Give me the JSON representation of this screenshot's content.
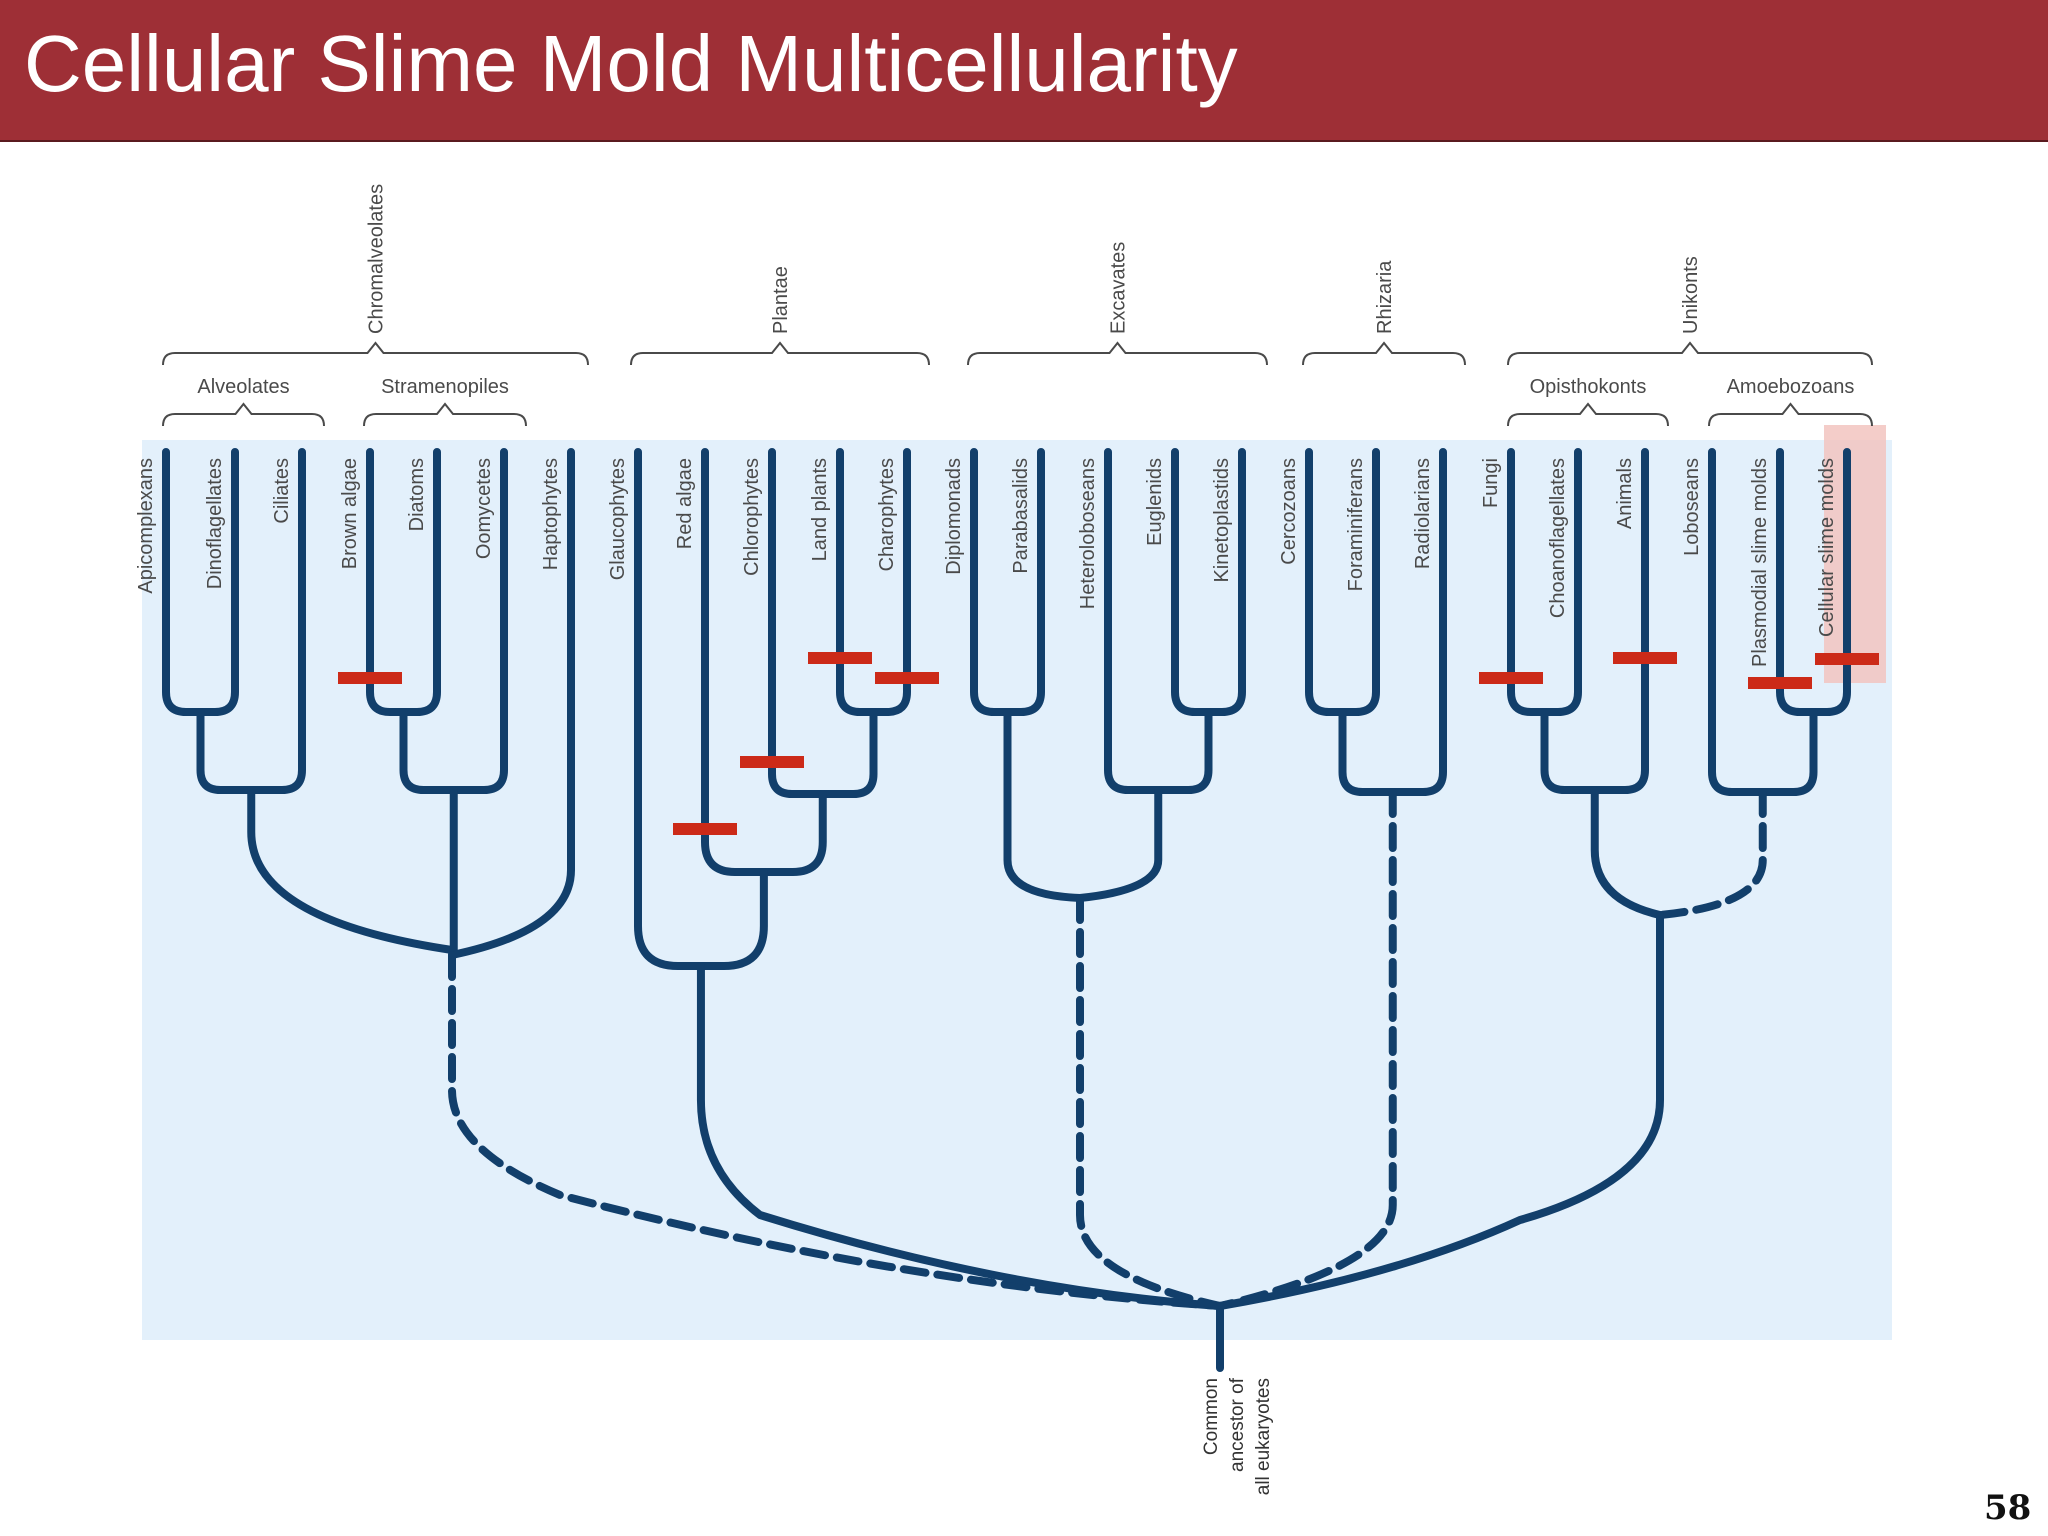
{
  "title": "Cellular Slime Mold Multicellularity",
  "page_number": "58",
  "colors": {
    "header_bg": "#9e2f36",
    "panel_bg": "#e3f0fb",
    "branch": "#123f6b",
    "marker": "#cc2a18",
    "highlight": "#f2c4c0",
    "label": "#4a4a4a"
  },
  "supergroups": [
    {
      "id": "chromalveolates",
      "label": "Chromalveolates"
    },
    {
      "id": "plantae",
      "label": "Plantae"
    },
    {
      "id": "excavates",
      "label": "Excavates"
    },
    {
      "id": "rhizaria",
      "label": "Rhizaria"
    },
    {
      "id": "unikonts",
      "label": "Unikonts"
    }
  ],
  "subgroups": [
    {
      "id": "alveolates",
      "label": "Alveolates"
    },
    {
      "id": "stramenopiles",
      "label": "Stramenopiles"
    },
    {
      "id": "opisthokonts",
      "label": "Opisthokonts"
    },
    {
      "id": "amoebozoans",
      "label": "Amoebozoans"
    }
  ],
  "taxa": [
    {
      "label": "Apicomplexans",
      "multicellular": false
    },
    {
      "label": "Dinoflagellates",
      "multicellular": false
    },
    {
      "label": "Ciliates",
      "multicellular": false
    },
    {
      "label": "Brown algae",
      "multicellular": true
    },
    {
      "label": "Diatoms",
      "multicellular": false
    },
    {
      "label": "Oomycetes",
      "multicellular": false
    },
    {
      "label": "Haptophytes",
      "multicellular": false
    },
    {
      "label": "Glaucophytes",
      "multicellular": false
    },
    {
      "label": "Red algae",
      "multicellular": true
    },
    {
      "label": "Chlorophytes",
      "multicellular": true
    },
    {
      "label": "Land plants",
      "multicellular": true
    },
    {
      "label": "Charophytes",
      "multicellular": true
    },
    {
      "label": "Diplomonads",
      "multicellular": false
    },
    {
      "label": "Parabasalids",
      "multicellular": false
    },
    {
      "label": "Heteroloboseans",
      "multicellular": false
    },
    {
      "label": "Euglenids",
      "multicellular": false
    },
    {
      "label": "Kinetoplastids",
      "multicellular": false
    },
    {
      "label": "Cercozoans",
      "multicellular": false
    },
    {
      "label": "Foraminiferans",
      "multicellular": false
    },
    {
      "label": "Radiolarians",
      "multicellular": false
    },
    {
      "label": "Fungi",
      "multicellular": true
    },
    {
      "label": "Choanoflagellates",
      "multicellular": false
    },
    {
      "label": "Animals",
      "multicellular": true
    },
    {
      "label": "Loboseans",
      "multicellular": false
    },
    {
      "label": "Plasmodial slime molds",
      "multicellular": true
    },
    {
      "label": "Cellular slime molds",
      "multicellular": true,
      "highlighted": true
    }
  ],
  "root_label": [
    "Common",
    "ancestor of",
    "all eukaryotes"
  ]
}
